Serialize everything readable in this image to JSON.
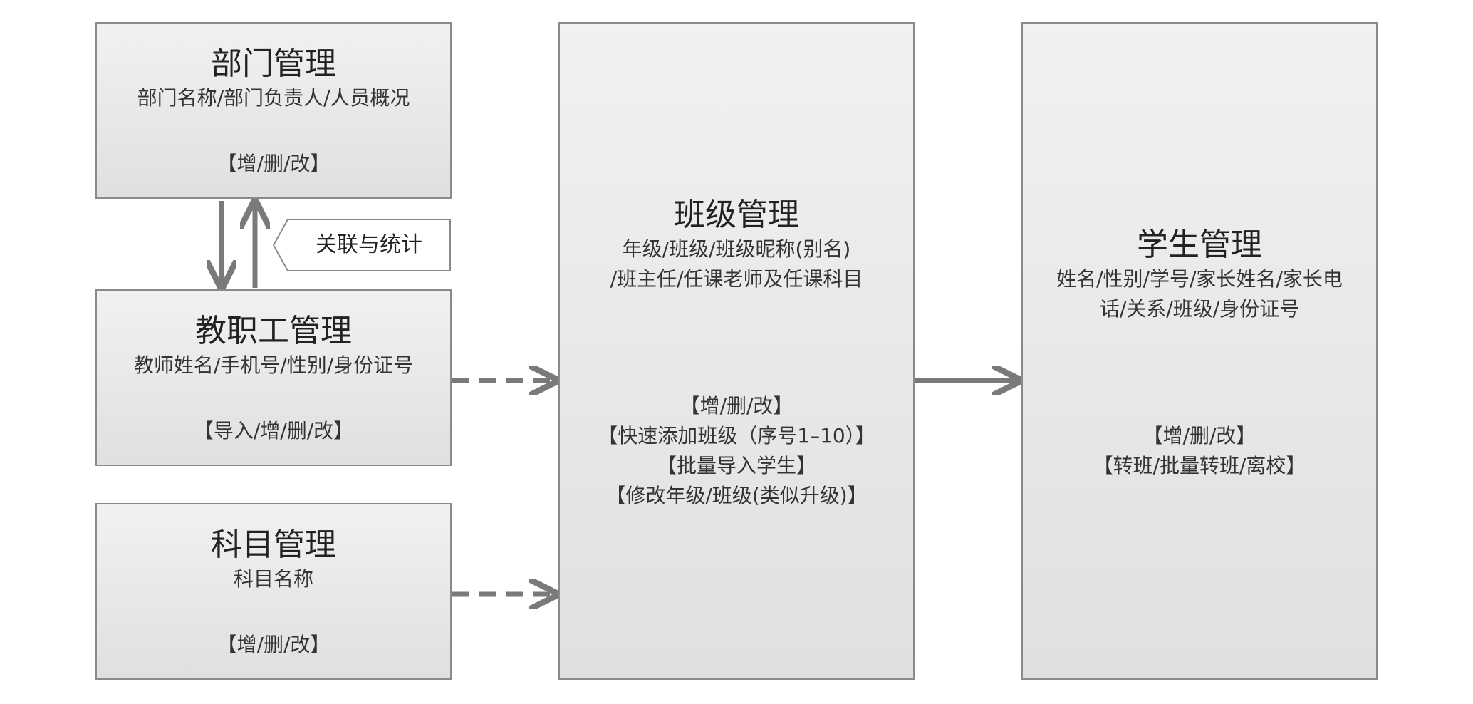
{
  "department": {
    "title": "部门管理",
    "fields": "部门名称/部门负责人/人员概况",
    "actions": "【增/删/改】"
  },
  "relation_label": "关联与统计",
  "staff": {
    "title": "教职工管理",
    "fields": "教师姓名/手机号/性别/身份证号",
    "actions": "【导入/增/删/改】"
  },
  "subject": {
    "title": "科目管理",
    "fields": "科目名称",
    "actions": "【增/删/改】"
  },
  "class": {
    "title": "班级管理",
    "fields": [
      "年级/班级/班级昵称(别名)",
      "/班主任/任课老师及任课科目"
    ],
    "actions": [
      "【增/删/改】",
      "【快速添加班级（序号1–10）】",
      "【批量导入学生】",
      "【修改年级/班级(类似升级)】"
    ]
  },
  "student": {
    "title": "学生管理",
    "fields": [
      "姓名/性别/学号/家长姓名/家长电",
      "话/关系/班级/身份证号"
    ],
    "actions": [
      "【增/删/改】",
      "【转班/批量转班/离校】"
    ]
  },
  "colors": {
    "border": "#8a8a8a",
    "arrow": "#7a7a7a",
    "box_fill_top": "#f1f1f1",
    "box_fill_bottom": "#e0e0e0"
  }
}
